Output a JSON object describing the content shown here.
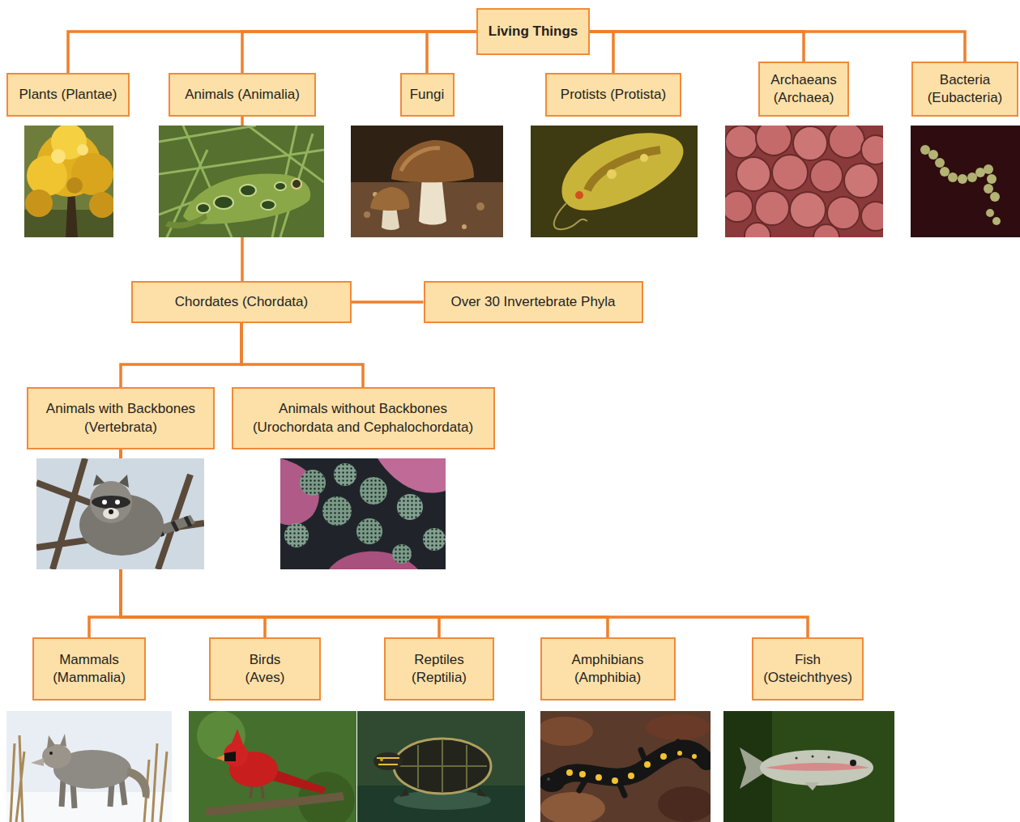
{
  "diagram": {
    "nodes": [
      {
        "text": [
          "Living Things"
        ]
      },
      {
        "text": [
          "Plants (Plantae)"
        ]
      },
      {
        "text": [
          "Animals (Animalia)"
        ]
      },
      {
        "text": [
          "Fungi"
        ]
      },
      {
        "text": [
          "Protists (Protista)"
        ]
      },
      {
        "text": [
          "Archaeans (Archaea)"
        ]
      },
      {
        "text": [
          "Bacteria (Eubacteria)"
        ]
      },
      {
        "text": [
          "Chordates (Chordata)"
        ]
      },
      {
        "text": [
          "Over 30 Invertebrate Phyla"
        ]
      },
      {
        "text": [
          "Animals with Backbones (Vertebrata)"
        ]
      },
      {
        "text": [
          "Animals without Backbones (Urochordata and Cephalochordata)"
        ]
      },
      {
        "text": [
          "Mammals (Mammalia)"
        ]
      },
      {
        "text": [
          "Birds (Aves)"
        ]
      },
      {
        "text": [
          "Reptiles (Reptilia)"
        ]
      },
      {
        "text": [
          "Amphibians (Amphibia)"
        ]
      },
      {
        "text": [
          "Fish (Osteichthyes)"
        ]
      }
    ],
    "edges": [
      {
        "from": 0,
        "to": 1,
        "arrow": "none"
      },
      {
        "from": 0,
        "to": 2,
        "arrow": "none"
      },
      {
        "from": 0,
        "to": 3,
        "arrow": "none"
      },
      {
        "from": 0,
        "to": 4,
        "arrow": "none"
      },
      {
        "from": 0,
        "to": 5,
        "arrow": "none"
      },
      {
        "from": 0,
        "to": 6,
        "arrow": "none"
      },
      {
        "from": 2,
        "to": 7,
        "arrow": "none"
      },
      {
        "from": 7,
        "to": 8,
        "arrow": "none"
      },
      {
        "from": 7,
        "to": 9,
        "arrow": "none"
      },
      {
        "from": 7,
        "to": 10,
        "arrow": "none"
      },
      {
        "from": 9,
        "to": 11,
        "arrow": "none"
      },
      {
        "from": 9,
        "to": 12,
        "arrow": "none"
      },
      {
        "from": 9,
        "to": 13,
        "arrow": "none"
      },
      {
        "from": 9,
        "to": 14,
        "arrow": "none"
      },
      {
        "from": 9,
        "to": 15,
        "arrow": "none"
      }
    ]
  }
}
